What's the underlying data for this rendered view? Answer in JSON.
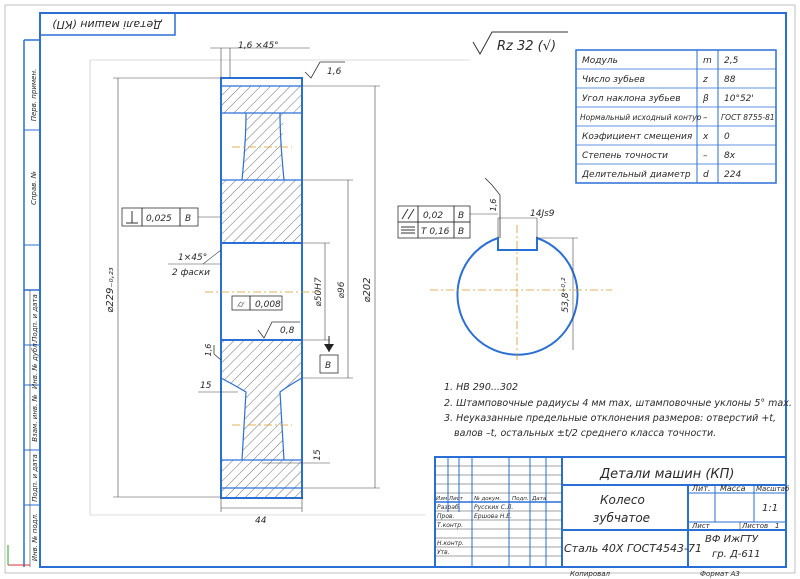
{
  "stamp_top": "Деталі машин (КП)",
  "roughness_general": "Rz 32 (√)",
  "params": [
    {
      "name": "Модуль",
      "sym": "m",
      "val": "2,5"
    },
    {
      "name": "Число зубьев",
      "sym": "z",
      "val": "88"
    },
    {
      "name": "Угол наклона зубьев",
      "sym": "β",
      "val": "10°52'"
    },
    {
      "name": "Нормальный исходный контур",
      "sym": "–",
      "val": "ГОСТ 8755-81"
    },
    {
      "name": "Коэфициент смещения",
      "sym": "x",
      "val": "0"
    },
    {
      "name": "Степень точности",
      "sym": "–",
      "val": "8х"
    },
    {
      "name": "Делительный диаметр",
      "sym": "d",
      "val": "224"
    }
  ],
  "dims": {
    "chamfer_top": "1,6 ×45°",
    "rough_top": "1,6",
    "tol_frame_left_val": "0,025",
    "tol_frame_left_base": "B",
    "chamfer_mid": "1×45°",
    "chamfer_mid_note": "2 фаски",
    "d_outer": "⌀229₋₀,₂₃",
    "d_hub": "⌀96",
    "d_bore": "⌀50Н7",
    "d_web": "⌀202",
    "cyl_tol": "0,008",
    "rough_08": "0,8",
    "rough_16_side": "1,6",
    "base_B": "B",
    "r15a": "15",
    "r15b": "15",
    "width": "44",
    "tol2_row1_val": "0,02",
    "tol2_row1_base": "B",
    "tol2_row2_val": "T 0,16",
    "tol2_row2_base": "B",
    "rough_key": "1,6",
    "key_width": "14Js9",
    "key_depth": "53,8⁺⁰·²"
  },
  "notes": [
    "1. НВ 290...302",
    "2. Штамповочные радиусы 4 мм max, штамповочные уклоны 5° max.",
    "3. Неуказанные предельные отклонения размеров: отверстий +t,",
    "валов –t, остальных ±t/2 среднего класса точности."
  ],
  "title_block": {
    "doc_title": "Детали машин (КП)",
    "part_name_1": "Колесо",
    "part_name_2": "зубчатое",
    "material": "Сталь 40Х ГОСТ4543-71",
    "org_1": "ВФ ИжГТУ",
    "org_2": "гр. Д-611",
    "h_lit": "Лит.",
    "h_mass": "Масса",
    "h_scale": "Масштаб",
    "scale": "1:1",
    "sheet": "Лист",
    "sheets": "Листов",
    "sheets_count": "1",
    "row_izm": "Изм.Лист",
    "row_doc": "№ докум.",
    "row_sign": "Подп.",
    "row_date": "Дата",
    "razrab": "Разраб.",
    "razrab_name": "Русских С.Л.",
    "prov": "Пров.",
    "prov_name": "Ершова Н.Е.",
    "tkontr": "Т.контр.",
    "nkontr": "Н.контр.",
    "utv": "Утв.",
    "kopiroval": "Копировал",
    "format": "Формат   А3"
  },
  "left_strip": [
    "Перв. примен.",
    "Справ. №",
    "Подп. и дата",
    "Инв. № дубл.",
    "Взам. инв. №",
    "Подп. и дата",
    "Инв. № подл."
  ]
}
